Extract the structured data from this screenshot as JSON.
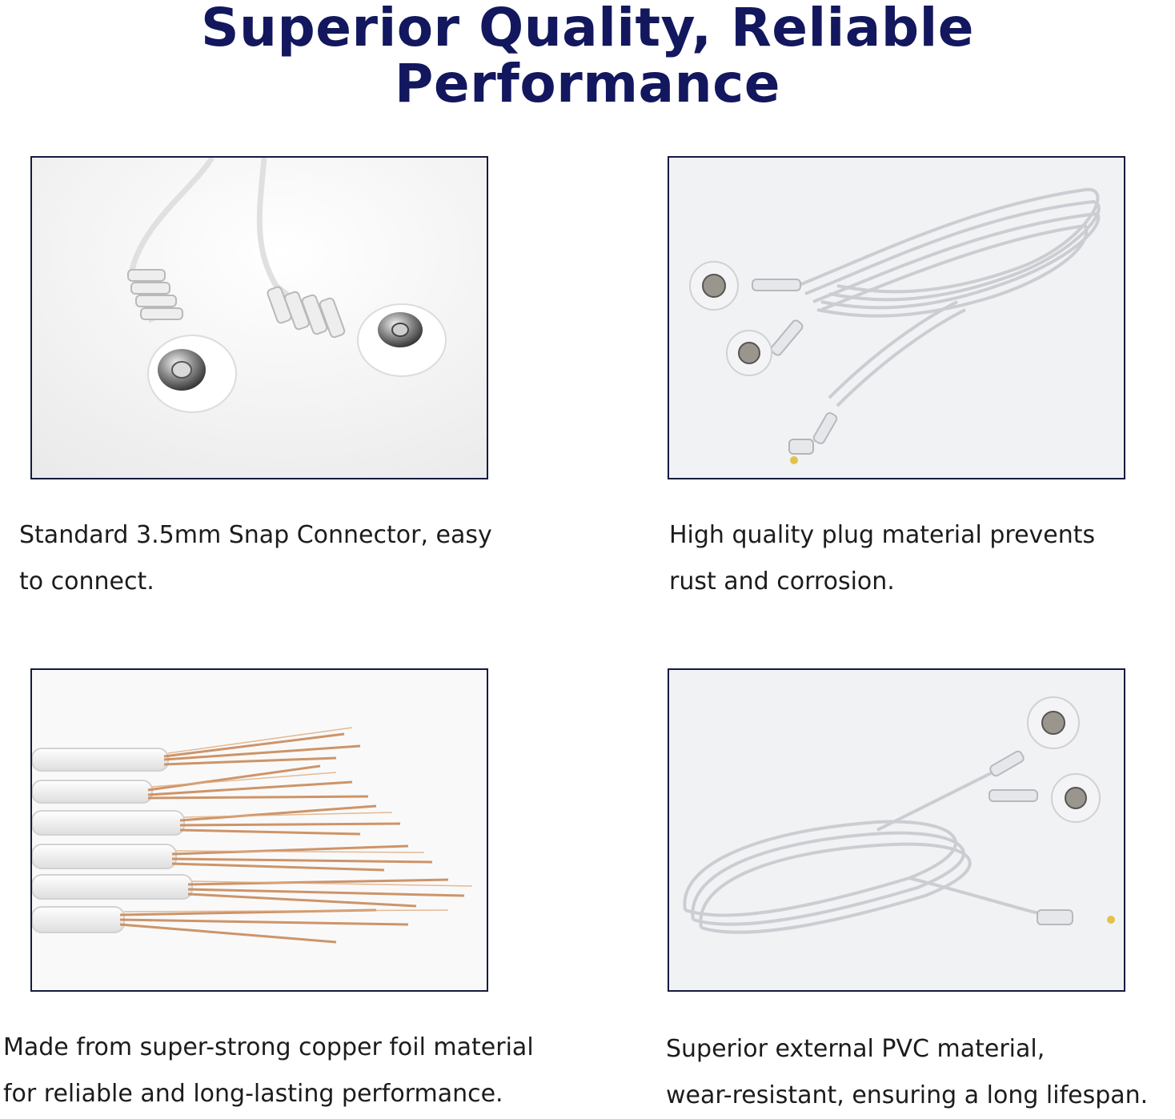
{
  "heading": "Superior Quality, Reliable Performance",
  "panels": [
    {
      "caption": "Standard 3.5mm Snap Connector, easy\nto connect.",
      "icon": "snap-connector-photo"
    },
    {
      "caption": "High quality plug material prevents\nrust and corrosion.",
      "icon": "coiled-lead-wire-photo"
    },
    {
      "caption": "Made from super-strong copper foil material\nfor reliable and long-lasting performance.",
      "icon": "copper-wire-strands-photo"
    },
    {
      "caption": "Superior external PVC material,\nwear-resistant, ensuring a long lifespan.",
      "icon": "coiled-lead-wire-photo"
    }
  ],
  "colors": {
    "heading": "#12175e",
    "frame_border": "#151b3f",
    "copper": "#c98a5a"
  }
}
